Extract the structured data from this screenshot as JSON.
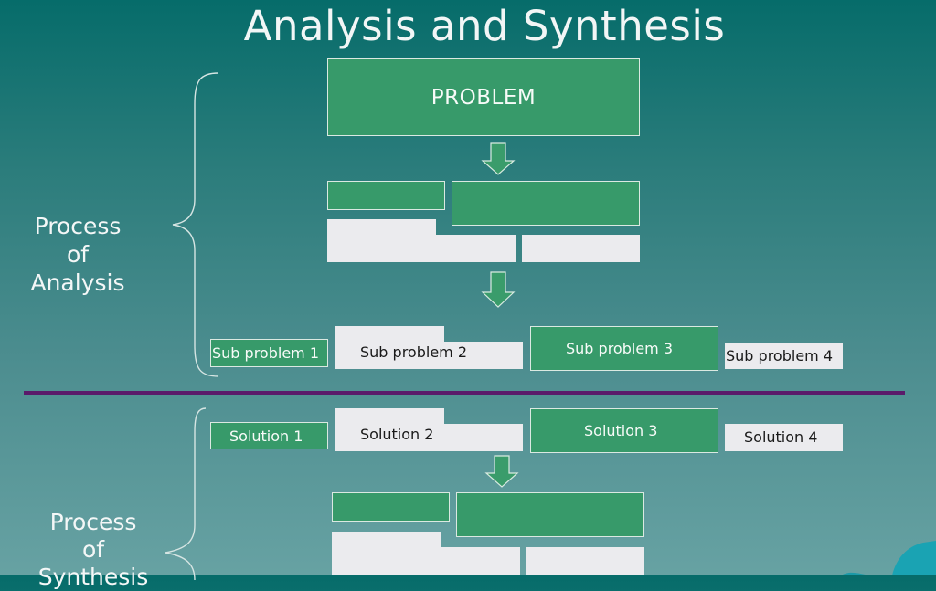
{
  "title": "Analysis and Synthesis",
  "problem": "PROBLEM",
  "analysis_label": [
    "Process",
    "of",
    "Analysis"
  ],
  "synthesis_label": [
    "Process",
    "of",
    "Synthesis"
  ],
  "sub_problems": [
    "Sub problem 1",
    "Sub problem 2",
    "Sub problem 3",
    "Sub problem 4"
  ],
  "solutions": [
    "Solution 1",
    "Solution 2",
    "Solution 3",
    "Solution 4"
  ],
  "colors": {
    "box_green": "#379a6a",
    "box_grey": "#ebebee",
    "divider": "#5a1a6a",
    "background_top": "#066c6a",
    "background_bottom": "#67a2a3"
  }
}
